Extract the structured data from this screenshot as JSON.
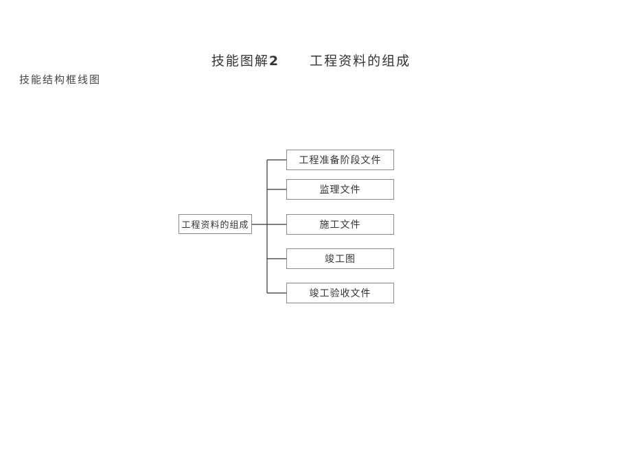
{
  "title": {
    "prefix": "技能图解",
    "number": "2",
    "subject": "工程资料的组成"
  },
  "section_label": "技能结构框线图",
  "diagram": {
    "root": "工程资料的组成",
    "children": [
      "工程准备阶段文件",
      "监理文件",
      "施工文件",
      "竣工图",
      "竣工验收文件"
    ]
  },
  "colors": {
    "line": "#333333",
    "box_border": "#8a8a8a",
    "text": "#333333"
  }
}
